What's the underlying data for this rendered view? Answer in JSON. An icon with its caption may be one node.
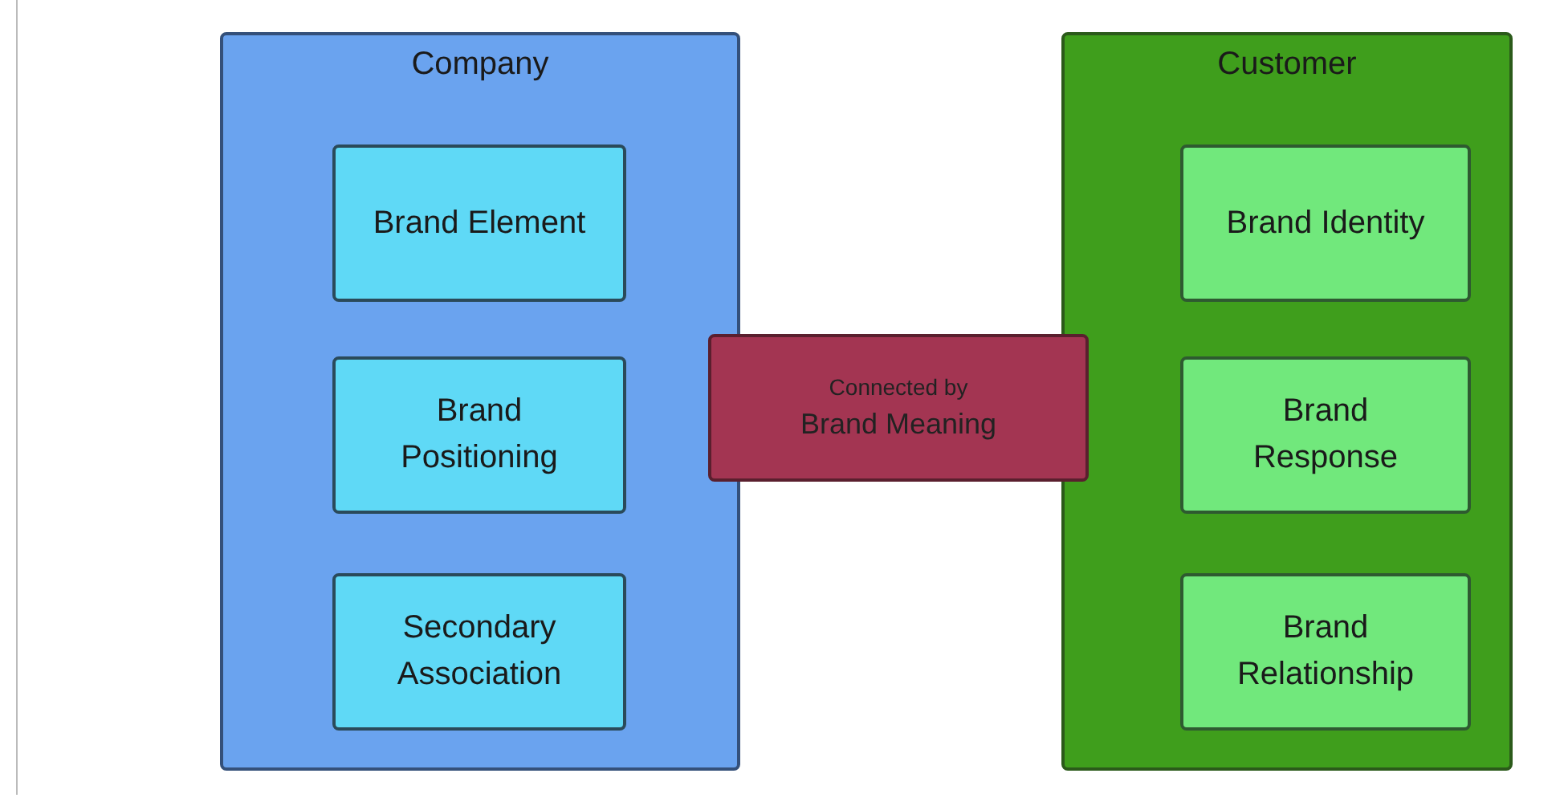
{
  "diagram": {
    "nodes": [
      {
        "text": [
          "Company"
        ]
      },
      {
        "text": [
          "Brand Element"
        ],
        "in": 0
      },
      {
        "text": [
          "Brand Positioning"
        ],
        "in": 0
      },
      {
        "text": [
          "Secondary Association"
        ],
        "in": 0
      },
      {
        "text": [
          "Connected by",
          "Brand Meaning"
        ]
      },
      {
        "text": [
          "Customer"
        ]
      },
      {
        "text": [
          "Brand Identity"
        ],
        "in": 5
      },
      {
        "text": [
          "Brand Response"
        ],
        "in": 5
      },
      {
        "text": [
          "Brand Relationship"
        ],
        "in": 5
      }
    ]
  }
}
